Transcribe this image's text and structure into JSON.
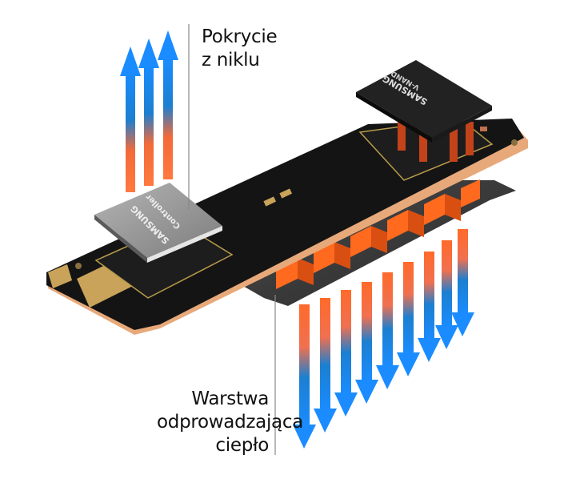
{
  "labels": {
    "nickel_coating": {
      "line1": "Pokrycie",
      "line2": "z niklu"
    },
    "heat_spreader": {
      "line1": "Warstwa",
      "line2": "odprowadzająca",
      "line3": "ciepło"
    }
  },
  "components": {
    "controller_chip": {
      "brand": "SAMSUNG",
      "name": "Controller"
    },
    "nand_chip": {
      "brand": "SAMSUNG",
      "name": "V-NAND"
    }
  },
  "colors": {
    "arrow_hot": "#ff6a2a",
    "arrow_cool": "#1a8cff",
    "pcb": "#141414",
    "gold": "#c9a35a",
    "copper_edge": "#e8a97a",
    "fin_orange": "#ff6a1f",
    "spreader_grey": "#3a3a3a",
    "controller_silver": "#9a9a9a"
  },
  "arrows": {
    "up_count": 3,
    "down_count": 9
  }
}
